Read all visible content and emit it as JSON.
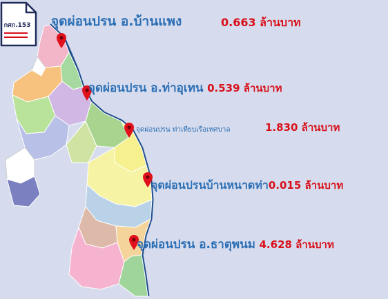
{
  "document": {
    "code": "กศก.153"
  },
  "points": [
    {
      "place": "จุดผ่อนปรน อ.บ้านแพง",
      "amount": "0.663 ล้านบาท"
    },
    {
      "place": "จุดผ่อนปรน อ.ท่าอุเทน",
      "amount": "0.539 ล้านบาท"
    },
    {
      "place": "จุดผ่อนปรน ท่าเทียบเรือเทศบาล",
      "amount": "1.830 ล้านบาท"
    },
    {
      "place": "จุดผ่อนปรนบ้านหนาดท่า",
      "amount": "0.015 ล้านบาท"
    },
    {
      "place": "จุดผ่อนปรน อ.ธาตุพนม",
      "amount": "4.628 ล้านบาท"
    }
  ],
  "colors": {
    "background": "#d6dced",
    "river": "#1f4e8c",
    "place_text": "#2c6fb5",
    "amount_text": "#d8101a",
    "pin": "#e0101c"
  }
}
